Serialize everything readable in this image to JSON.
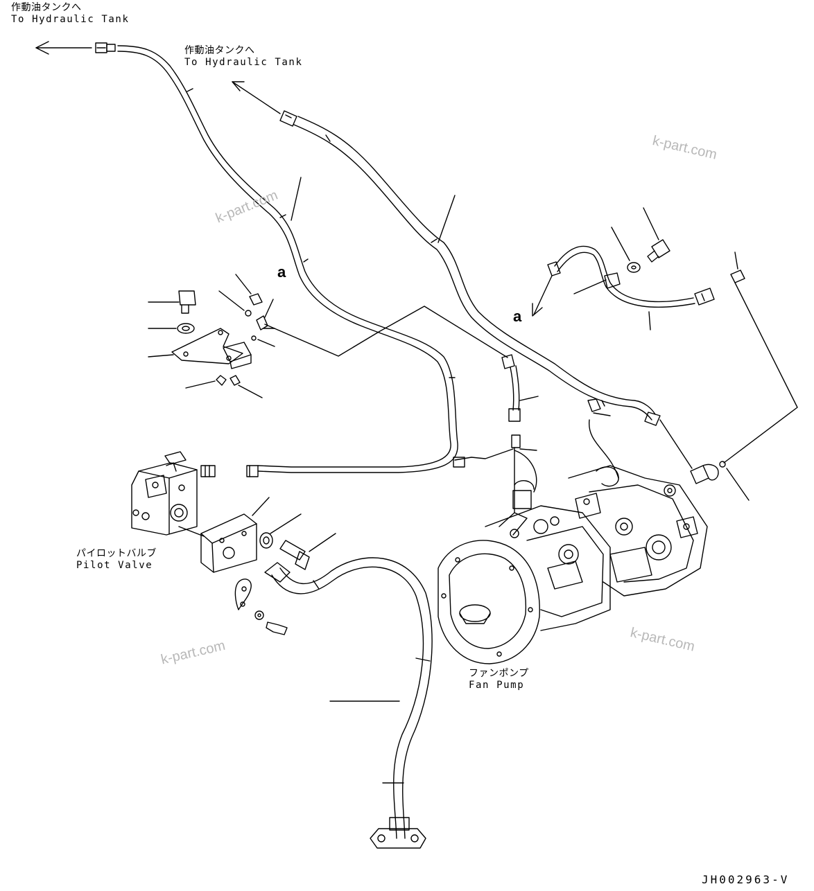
{
  "callouts": {
    "tank_top_left": {
      "jp": "作動油タンクへ",
      "en": "To Hydraulic Tank"
    },
    "tank_center": {
      "jp": "作動油タンクへ",
      "en": "To Hydraulic Tank"
    },
    "pilot_valve": {
      "jp": "パイロットバルブ",
      "en": "Pilot Valve"
    },
    "fan_pump": {
      "jp": "ファンポンプ",
      "en": "Fan Pump"
    }
  },
  "references": {
    "a_upper": "a",
    "a_right": "a"
  },
  "watermarks": [
    "k-part.com",
    "k-part.com",
    "k-part.com",
    "k-part.com"
  ],
  "drawing_code": "JH002963-V",
  "colors": {
    "line": "#000000",
    "watermark": "#b8b8b8",
    "background": "#ffffff"
  }
}
